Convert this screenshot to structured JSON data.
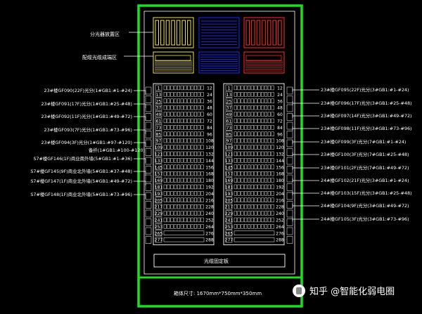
{
  "colors": {
    "outer_frame": "#1fdd1f",
    "wire": "#ffffff",
    "yellow_zone": "#f2e34b",
    "blue_zone": "#1a2bff",
    "red_zone": "#ff2b2b",
    "background": "#000000"
  },
  "zones": {
    "splitter_area": "分光器放置区",
    "cable_terminal_area": "配缆光缆成端区"
  },
  "left_labels": [
    "23#楼GF090(22F)光分(1#GB1:#1-#24)",
    "23#楼GF091(17F)光分(1#GB1:#25-#48)",
    "23#楼GF092(11F)光分(1#GB1:#49-#72)",
    "23#楼GF093(7F)光分(1#GB1:#73-#96)",
    "23#楼GF094(3F)光分(1#GB1:#97-#120)",
    "备纤(1#GB1:#100-#120)",
    "S7#楼GF146(1F)商业南外墙(5#GB1:#1-#36)",
    "S7#楼GF145(9F)商业北外墙(5#GB1:#37-#48)",
    "S7#楼GF147(1F)商业北外墙(5#GB1:#49-#72)",
    "S7#楼GF148(1F)商业北外墙(5#GB1:#73-#96)"
  ],
  "right_labels": [
    "23#楼GF095(22F)光分(3#GB1:#1-#24)",
    "23#楼GF096(17F)光分(3#GB1:#25-#48)",
    "23#楼GF097(14F)光分(3#GB1:#49-#72)",
    "23#楼GF098(11F)光分(3#GB1:#73-#96)",
    "23#楼GF099(3F)光分(7#GB1:#1-#24)",
    "23#楼GF100(3F)光分(7#GB1:#25-#48)",
    "23#楼GF101(2F)光分(7#GB1:#49-#72)",
    "24#楼GF102(21F)光分(3#GB1:#1-#24)",
    "24#楼GF103(15F)光分(3#GB1:#25-#48)",
    "24#楼GF104(9F)光分(3#GB1:#49-#72)",
    "24#楼GF105(3F)光分(3#GB1:#73-#96)"
  ],
  "left_panel_numbers": [
    "1",
    "13",
    "25",
    "37",
    "49",
    "61",
    "73",
    "85",
    "97",
    "109",
    "121",
    "133",
    "145",
    "157",
    "169",
    "181",
    "193",
    "205",
    "217",
    "229",
    "241",
    "253",
    "265",
    "277"
  ],
  "right_panel_numbers": [
    "1",
    "13",
    "25",
    "37",
    "49",
    "61",
    "73",
    "85",
    "97",
    "109",
    "121",
    "133",
    "145",
    "157",
    "169",
    "181",
    "193",
    "205",
    "217",
    "229",
    "241",
    "253",
    "265",
    "277"
  ],
  "left_panel_end_numbers": [
    "12",
    "24",
    "36",
    "48",
    "60",
    "72",
    "84",
    "96",
    "108",
    "120",
    "132",
    "144",
    "156",
    "168",
    "180",
    "192",
    "204",
    "216",
    "228",
    "240",
    "252",
    "264",
    "276",
    "288"
  ],
  "right_panel_end_numbers": [
    "12",
    "24",
    "36",
    "48",
    "60",
    "72",
    "84",
    "96",
    "108",
    "120",
    "132",
    "144",
    "156",
    "168",
    "180",
    "192",
    "204",
    "216",
    "228",
    "240",
    "252",
    "264",
    "276",
    "288"
  ],
  "bottom_box_label": "光缆固定板",
  "cabinet_size": "箱体尺寸: 1670mm*750mm*350mm",
  "watermark": "知乎 @智能化弱电圈"
}
